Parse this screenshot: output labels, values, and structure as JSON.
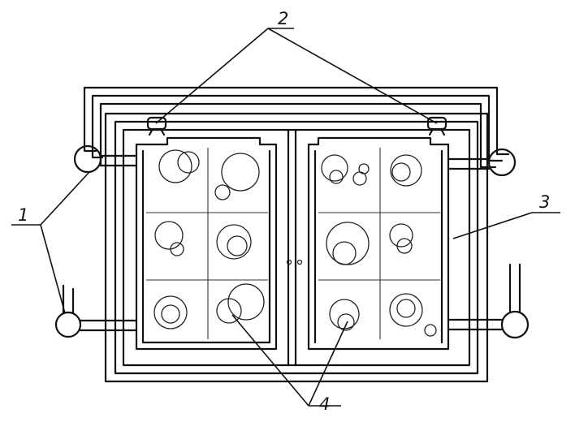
{
  "diagram": {
    "callouts": [
      {
        "id": "c1",
        "label": "1"
      },
      {
        "id": "c2",
        "label": "2"
      },
      {
        "id": "c3",
        "label": "3"
      },
      {
        "id": "c4",
        "label": "4"
      }
    ]
  },
  "colors": {
    "line": "#111111",
    "background": "#ffffff"
  }
}
